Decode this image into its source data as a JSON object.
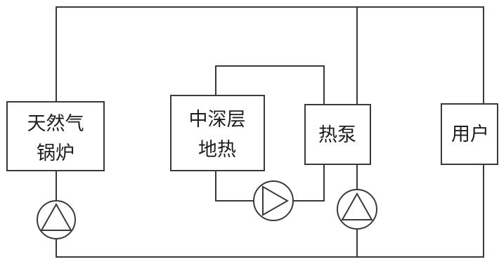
{
  "components": {
    "gas_boiler": {
      "lines": [
        "天然气",
        "锅炉"
      ]
    },
    "geothermal": {
      "lines": [
        "中深层",
        "地热"
      ]
    },
    "heat_pump": {
      "lines": [
        "热泵"
      ]
    },
    "user": {
      "lines": [
        "用户"
      ]
    }
  },
  "pumps": [
    {
      "id": "boiler-pump",
      "direction": "up"
    },
    {
      "id": "geothermal-pump",
      "direction": "right"
    },
    {
      "id": "heat-pump-circulation-pump",
      "direction": "up"
    }
  ]
}
